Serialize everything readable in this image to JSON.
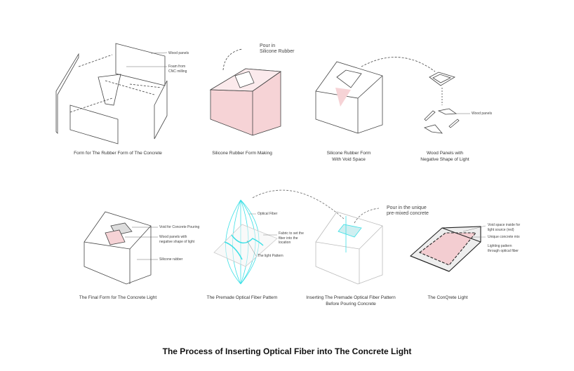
{
  "title": "The Process of Inserting Optical Fiber into The Concrete Light",
  "steps": [
    {
      "caption": "Form for The Rubber Form of The Concrete",
      "labels": [
        "Wood panels",
        "Foam from",
        "CNC milling"
      ]
    },
    {
      "caption": "Silicone Rubber Form Making",
      "labels": [
        "Pour in",
        "Silicone Rubber"
      ]
    },
    {
      "caption": "Silicone Rubber Form",
      "caption2": "With Void Space"
    },
    {
      "caption": "Wood Panels with",
      "caption2": "Negative Shape of Light",
      "labels": [
        "Wood panels"
      ]
    },
    {
      "caption": "The Final Form for The Concrete Light",
      "labels": [
        "Void for Concrete Pouring",
        "Wood panels with",
        "negative shape of light",
        "Silicone rubber"
      ]
    },
    {
      "caption": "The Premade Optical Fiber Pattern",
      "labels": [
        "Optical Fiber",
        "Fabric to set the",
        "fiber into the",
        "location",
        "The light Pattern"
      ]
    },
    {
      "caption": "Inserting The Premade Optical Fiber Pattern",
      "caption2": "Before Pouring Concrete",
      "labels": [
        "Pour in the unique",
        "pre-mixed concrete"
      ]
    },
    {
      "caption": "The ConQrete Light",
      "labels": [
        "Void space inside for",
        "light source (red)",
        "Unique concrete mix",
        "Lighting pattern",
        "through optical fiber"
      ]
    }
  ],
  "colors": {
    "pink": "#f6d3d6",
    "cyan": "#3ee0e6",
    "line": "#444444"
  }
}
